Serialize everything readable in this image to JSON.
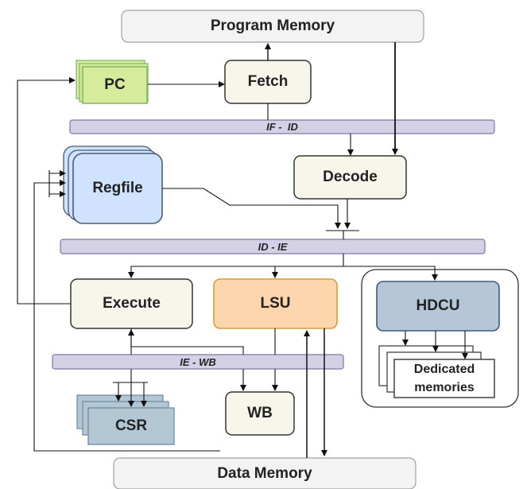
{
  "blocks": {
    "program_memory": "Program Memory",
    "pc": "PC",
    "fetch": "Fetch",
    "regfile": "Regfile",
    "decode": "Decode",
    "execute": "Execute",
    "lsu": "LSU",
    "hdcu": "HDCU",
    "dedicated_memories_line1": "Dedicated",
    "dedicated_memories_line2": "memories",
    "csr": "CSR",
    "wb": "WB",
    "data_memory": "Data Memory"
  },
  "pipeline_registers": {
    "if_id": "IF -  ID",
    "id_ie": "ID - IE",
    "ie_wb": "IE - WB"
  },
  "colors": {
    "pc_fill": "#d6ec9c",
    "pc_border": "#82b366",
    "regfile_fill": "#cfe2ff",
    "regfile_border": "#4a5c75",
    "lsu_fill": "#fbd5ac",
    "lsu_border": "#d79b3a",
    "hdcu_fill": "#b5c7d6",
    "hdcu_border": "#3d5a80",
    "csr_fill": "#b3c6d4",
    "csr_border": "#6d8aa1",
    "stage_fill": "#f8f6ea",
    "pipe_fill": "#d4d0e6",
    "pipe_border": "#7c78a6",
    "memory_fill": "#f3f3f3"
  }
}
